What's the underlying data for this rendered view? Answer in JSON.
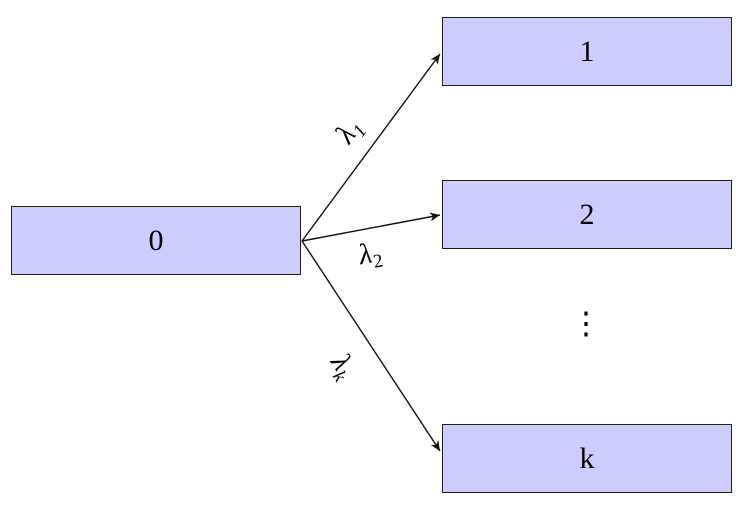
{
  "diagram": {
    "background_color": "#ffffff",
    "node_fill_color": "#ccccff",
    "node_border_color": "#1f1f1f",
    "ink_color": "#111111",
    "ellipsis": "⋮",
    "nodes": [
      {
        "id": "0",
        "label": "0"
      },
      {
        "id": "1",
        "label": "1"
      },
      {
        "id": "2",
        "label": "2"
      },
      {
        "id": "k",
        "label": "k"
      }
    ],
    "edges": [
      {
        "from": "0",
        "to": "1",
        "label_base": "λ",
        "label_sub": "1"
      },
      {
        "from": "0",
        "to": "2",
        "label_base": "λ",
        "label_sub": "2"
      },
      {
        "from": "0",
        "to": "k",
        "label_base": "λ",
        "label_sub": "k"
      }
    ]
  }
}
